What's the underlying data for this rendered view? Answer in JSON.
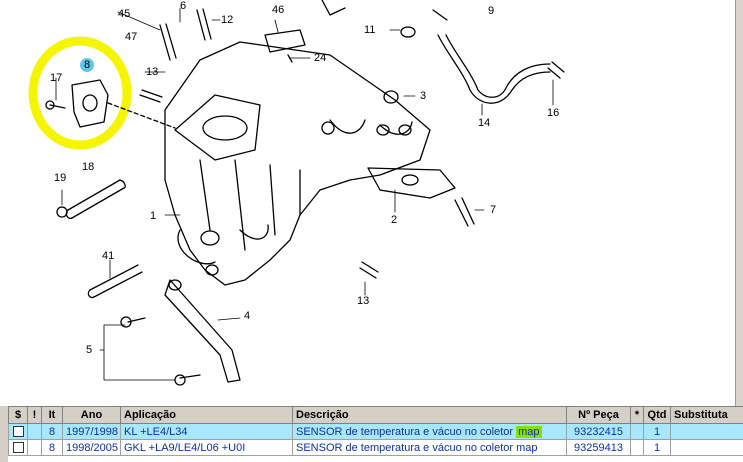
{
  "diagram": {
    "callouts": [
      {
        "id": "c45",
        "label": "45"
      },
      {
        "id": "c6",
        "label": "6"
      },
      {
        "id": "c12",
        "label": "12"
      },
      {
        "id": "c46",
        "label": "46"
      },
      {
        "id": "c9",
        "label": "9"
      },
      {
        "id": "c47",
        "label": "47"
      },
      {
        "id": "c11",
        "label": "11"
      },
      {
        "id": "c8",
        "label": "8"
      },
      {
        "id": "c17",
        "label": "17"
      },
      {
        "id": "c13a",
        "label": "13"
      },
      {
        "id": "c24",
        "label": "24"
      },
      {
        "id": "c3",
        "label": "3"
      },
      {
        "id": "c14",
        "label": "14"
      },
      {
        "id": "c16",
        "label": "16"
      },
      {
        "id": "c18",
        "label": "18"
      },
      {
        "id": "c19",
        "label": "19"
      },
      {
        "id": "c1",
        "label": "1"
      },
      {
        "id": "c2",
        "label": "2"
      },
      {
        "id": "c7",
        "label": "7"
      },
      {
        "id": "c41",
        "label": "41"
      },
      {
        "id": "c13b",
        "label": "13"
      },
      {
        "id": "c4",
        "label": "4"
      },
      {
        "id": "c5",
        "label": "5"
      }
    ],
    "selected_callout": "8",
    "highlight_color": "#f5f500",
    "selected_color": "#5fc8e8"
  },
  "table": {
    "headers": {
      "dollar": "$",
      "bang": "!",
      "it": "It",
      "ano": "Ano",
      "aplicacao": "Aplicação",
      "descricao": "Descrição",
      "npeca": "Nº Peça",
      "star": "*",
      "qtd": "Qtd",
      "substituta": "Substituta"
    },
    "rows": [
      {
        "it": "8",
        "ano": "1997/1998",
        "aplicacao": "KL +LE4/L34",
        "descricao": "SENSOR de temperatura e vácuo no coletor",
        "descricao_hl": "map",
        "npeca": "93232415",
        "qtd": "1",
        "substituta": ""
      },
      {
        "it": "8",
        "ano": "1998/2005",
        "aplicacao": "GKL +LA9/LE4/L06 +U0I",
        "descricao": "SENSOR de temperatura e vácuo no coletor",
        "descricao_hl": "map",
        "npeca": "93259413",
        "qtd": "1",
        "substituta": ""
      }
    ]
  }
}
